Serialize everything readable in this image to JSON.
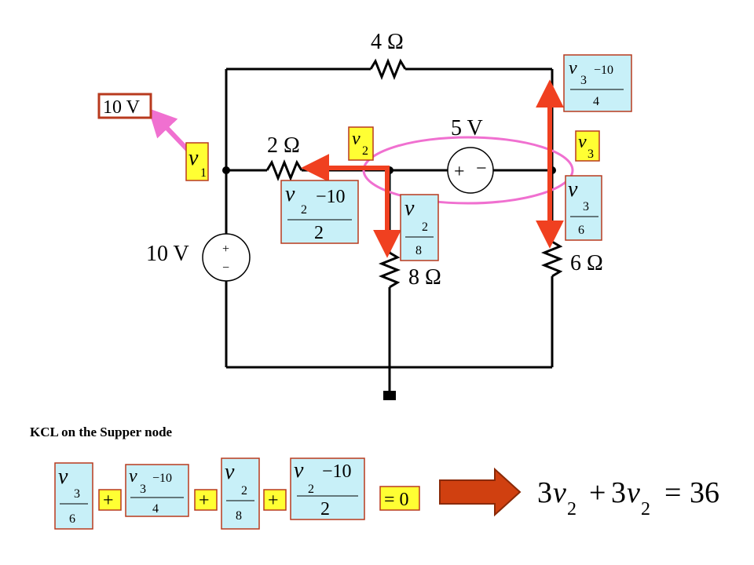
{
  "circuit": {
    "r_top": "4 Ω",
    "r_left": "2 Ω",
    "r_mid": "8 Ω",
    "r_right": "6 Ω",
    "source_left_label": "10 V",
    "source_left_plus": "+",
    "source_left_minus": "−",
    "source_mid_label": "5 V",
    "source_mid_plus": "+",
    "source_mid_minus": "−",
    "v1_value_box": "10 V"
  },
  "labels": {
    "v": "v",
    "sub1": "1",
    "sub2": "2",
    "sub3": "3"
  },
  "fractions": {
    "top_right": {
      "num_var": "v",
      "num_sub": "3",
      "num_rest": "−10",
      "den": "4"
    },
    "left_mid": {
      "num_var": "v",
      "num_sub": "2",
      "num_rest": "−10",
      "den": "2"
    },
    "mid": {
      "num_var": "v",
      "num_sub": "2",
      "den": "8"
    },
    "right": {
      "num_var": "v",
      "num_sub": "3",
      "den": "6"
    }
  },
  "kcl": {
    "caption": "KCL on the Supper node",
    "plus": "+",
    "equals_zero": "= 0",
    "term1": {
      "num_var": "v",
      "num_sub": "3",
      "den": "6"
    },
    "term2": {
      "num_var": "v",
      "num_sub": "3",
      "num_rest": "−10",
      "den": "4"
    },
    "term3": {
      "num_var": "v",
      "num_sub": "2",
      "den": "8"
    },
    "term4": {
      "num_var": "v",
      "num_sub": "2",
      "num_rest": "−10",
      "den": "2"
    },
    "result": {
      "coef1": "3",
      "var1": "v",
      "sub1": "2",
      "plus": "+",
      "coef2": "3",
      "var2": "v",
      "sub2": "2",
      "equals": "=",
      "rhs": "36"
    }
  },
  "colors": {
    "wire": "#000000",
    "yellow_box": "#ffff33",
    "cyan_box": "#c8f0f8",
    "box_border": "#b83a1e",
    "arrow_red": "#f04020",
    "arrow_pink": "#f070d0",
    "ellipse": "#f070d0",
    "big_arrow_fill": "#d04010",
    "big_arrow_stroke": "#8a2a08"
  }
}
